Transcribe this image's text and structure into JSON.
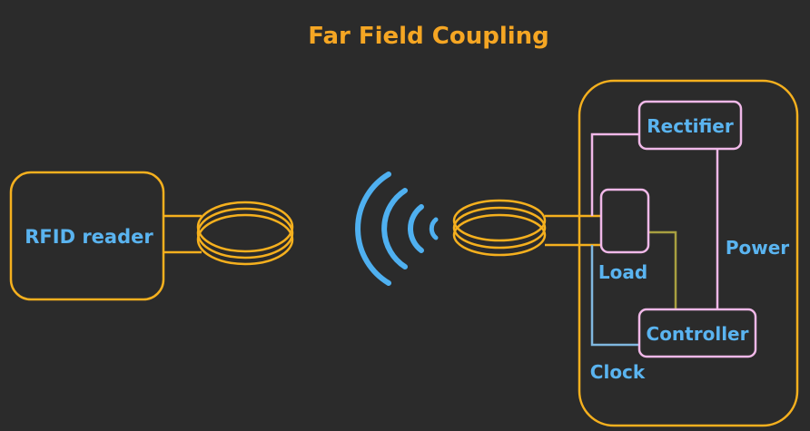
{
  "title": "Far Field Coupling",
  "labels": {
    "reader": "RFID reader",
    "rectifier": "Rectifier",
    "load": "Load",
    "power": "Power",
    "controller": "Controller",
    "clock": "Clock"
  },
  "colors": {
    "background": "#2b2b2b",
    "title": "#f5a623",
    "outline": "#f5b01e",
    "label": "#5ab4f0",
    "wave": "#4fb0f0",
    "tag_box": "#f0b8e8",
    "load_link": "#a8a040",
    "clock_link": "#80b8e0"
  }
}
